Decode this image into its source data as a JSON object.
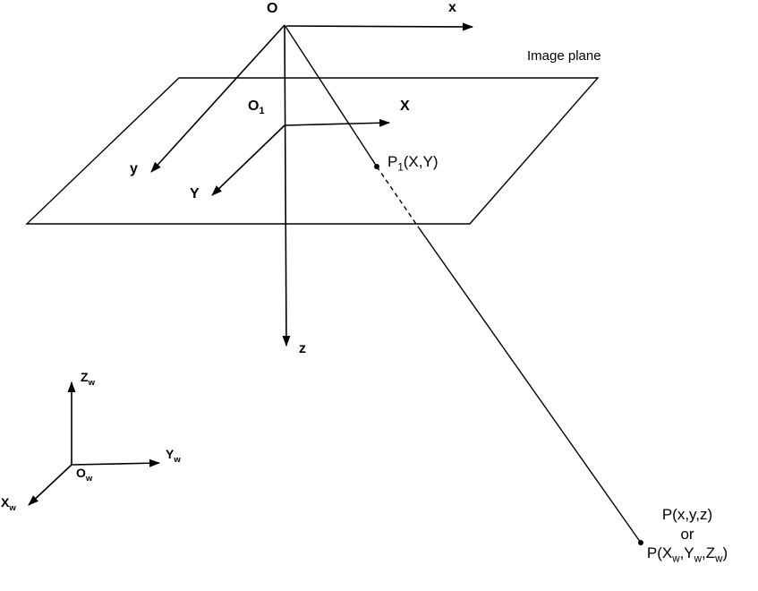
{
  "labels": {
    "camera_origin": "O",
    "camera_x": "x",
    "camera_y": "y",
    "camera_z": "z",
    "image_plane": "Image plane",
    "plane_origin": {
      "base": "O",
      "sub": "1"
    },
    "plane_x": "X",
    "plane_y": "Y",
    "p1": {
      "base": "P",
      "sub": "1",
      "coords": "(X,Y)"
    },
    "world_z": {
      "base": "Z",
      "sub": "w"
    },
    "world_y": {
      "base": "Y",
      "sub": "w"
    },
    "world_x": {
      "base": "X",
      "sub": "w"
    },
    "world_origin": {
      "base": "O",
      "sub": "w"
    },
    "p_camera": "P(x,y,z)",
    "p_or": "or",
    "p_world": {
      "p1": "P(X",
      "s1": "w",
      "p2": ",Y",
      "s2": "w",
      "p3": ",Z",
      "s3": "w",
      "p4": ")"
    }
  },
  "colors": {
    "line": "#000000",
    "background": "#ffffff"
  }
}
